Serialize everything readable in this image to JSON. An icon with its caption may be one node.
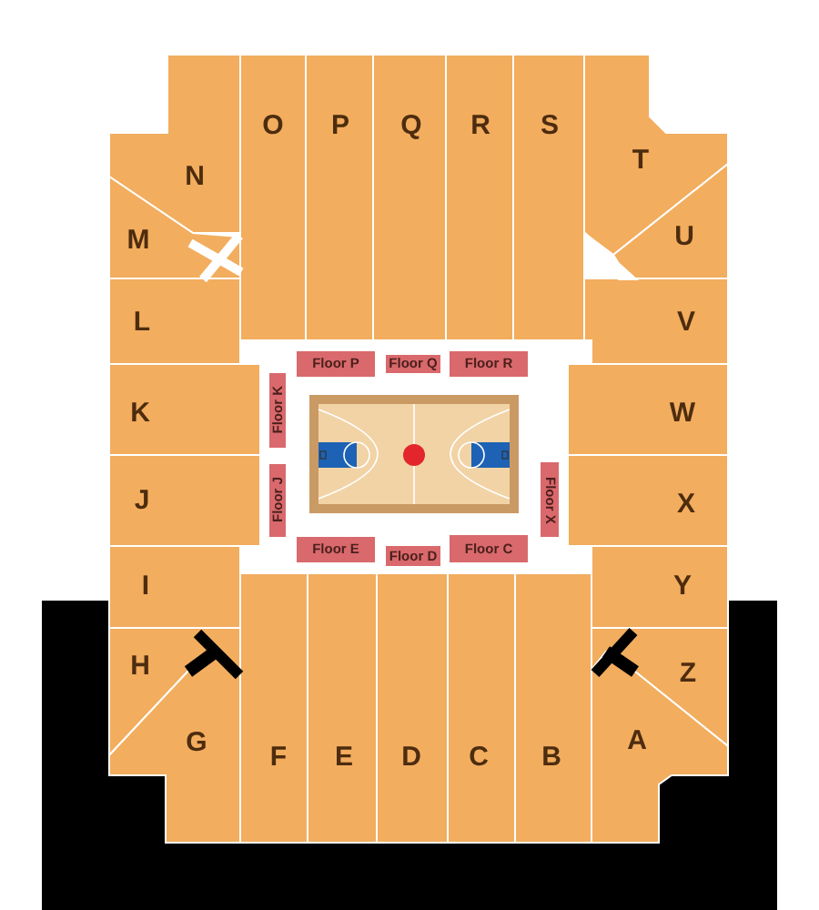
{
  "diagram": {
    "nodes": [
      {
        "text": [
          "O"
        ]
      },
      {
        "text": [
          "P"
        ]
      },
      {
        "text": [
          "Q"
        ]
      },
      {
        "text": [
          "R"
        ]
      },
      {
        "text": [
          "S"
        ]
      },
      {
        "text": [
          "N"
        ]
      },
      {
        "text": [
          "T"
        ]
      },
      {
        "text": [
          "M"
        ]
      },
      {
        "text": [
          "U"
        ]
      },
      {
        "text": [
          "L"
        ]
      },
      {
        "text": [
          "V"
        ]
      },
      {
        "text": [
          "Floor P"
        ]
      },
      {
        "text": [
          "Floor Q"
        ]
      },
      {
        "text": [
          "Floor R"
        ]
      },
      {
        "text": [
          "K"
        ]
      },
      {
        "text": [
          "Floor K"
        ]
      },
      {
        "text": [
          "W"
        ]
      },
      {
        "text": [
          "J"
        ]
      },
      {
        "text": [
          "Floor J"
        ]
      },
      {
        "text": [
          "Floor X"
        ]
      },
      {
        "text": [
          "X"
        ]
      },
      {
        "text": [
          "Floor E"
        ]
      },
      {
        "text": [
          "Floor D"
        ]
      },
      {
        "text": [
          "Floor C"
        ]
      },
      {
        "text": [
          "I"
        ]
      },
      {
        "text": [
          "Y"
        ]
      },
      {
        "text": [
          "H"
        ]
      },
      {
        "text": [
          "Z"
        ]
      },
      {
        "text": [
          "G"
        ]
      },
      {
        "text": [
          "F"
        ]
      },
      {
        "text": [
          "E"
        ]
      },
      {
        "text": [
          "D"
        ]
      },
      {
        "text": [
          "C"
        ]
      },
      {
        "text": [
          "B"
        ]
      },
      {
        "text": [
          "A"
        ]
      }
    ]
  }
}
